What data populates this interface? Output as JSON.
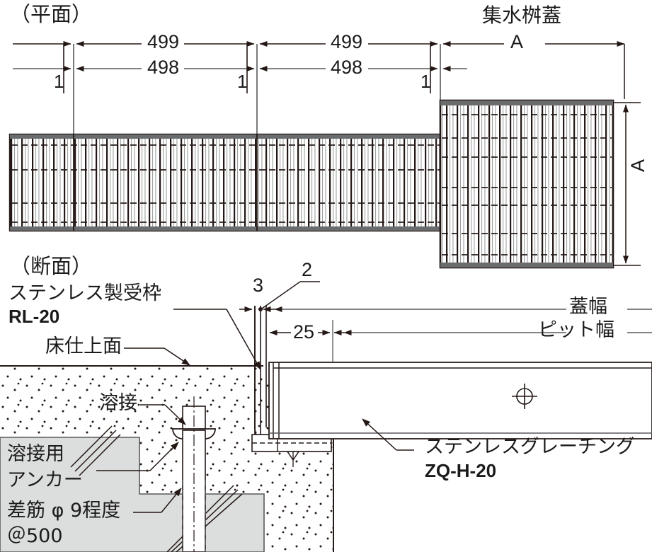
{
  "drawing": {
    "titles": {
      "plan": "（平面）",
      "section": "（断面）"
    },
    "plan": {
      "labels": {
        "catch_basin_cover": "集水桝蓋"
      },
      "dimensions": {
        "pitch_upper_1": "499",
        "pitch_upper_2": "499",
        "pitch_lower_1": "498",
        "pitch_lower_2": "498",
        "gap_1": "1",
        "gap_2": "1",
        "gap_3": "1",
        "basin_width": "A",
        "basin_height": "A"
      }
    },
    "section": {
      "labels": {
        "frame_name": "ステンレス製受枠",
        "frame_code": "RL-20",
        "floor_finish": "床仕上面",
        "weld": "溶接",
        "weld_anchor_line1": "溶接用",
        "weld_anchor_line2": "アンカー",
        "rebar_line1": "差筋 φ 9程度",
        "rebar_line2": "＠500",
        "grating_name": "ステンレスグレーチング",
        "grating_code": "ZQ-H-20",
        "cover_width": "蓋幅",
        "pit_width": "ピット幅"
      },
      "dimensions": {
        "frame_lip": "3",
        "frame_plate": "2",
        "ledge": "25"
      }
    },
    "colors": {
      "line": "#231815",
      "thin_line": "#58595b",
      "concrete_fill": "#dcdddd",
      "grating_bar": "#231815",
      "grating_light": "#9fa0a0",
      "background": "#ffffff"
    },
    "icons": {
      "center_mark": "center-mark-icon"
    }
  }
}
